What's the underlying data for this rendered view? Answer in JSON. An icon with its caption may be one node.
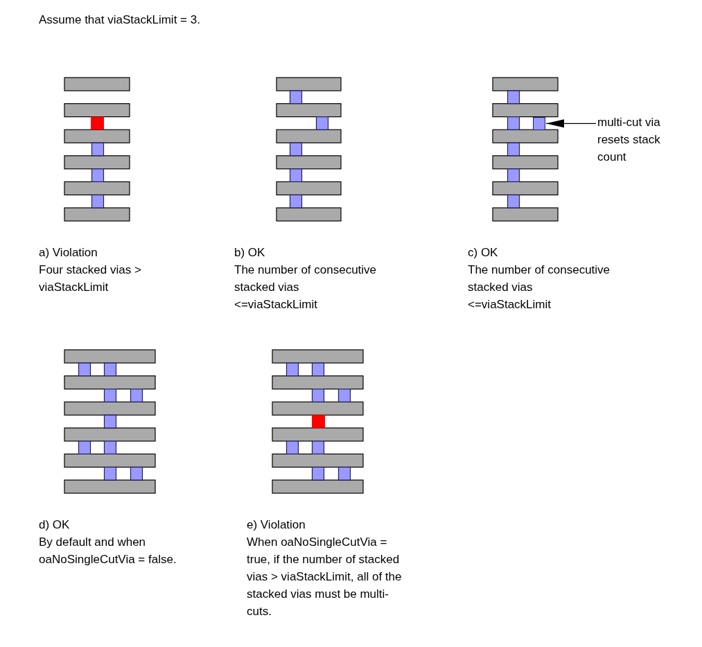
{
  "diagram": {
    "title": "Assume that viaStackLimit = 3.",
    "nodes": [
      {
        "text": [
          "multi-cut via resets stack count"
        ]
      },
      {
        "text": [],
        "shape": "box"
      }
    ],
    "edges": [
      {
        "from": 0,
        "to": 1,
        "arrow": "to"
      }
    ],
    "labels": [
      "a) Violation",
      "Four stacked vias > viaStackLimit",
      "b) OK",
      "The number of consecutive stacked vias <=viaStackLimit",
      "c) OK",
      "The number of consecutive stacked vias <=viaStackLimit",
      "d) OK",
      "By default and when oaNoSingleCutVia = false.",
      "e) Violation",
      "When oaNoSingleCutVia = true, if the number of stacked vias > viaStackLimit, all of the stacked vias must be multi-cuts."
    ]
  }
}
